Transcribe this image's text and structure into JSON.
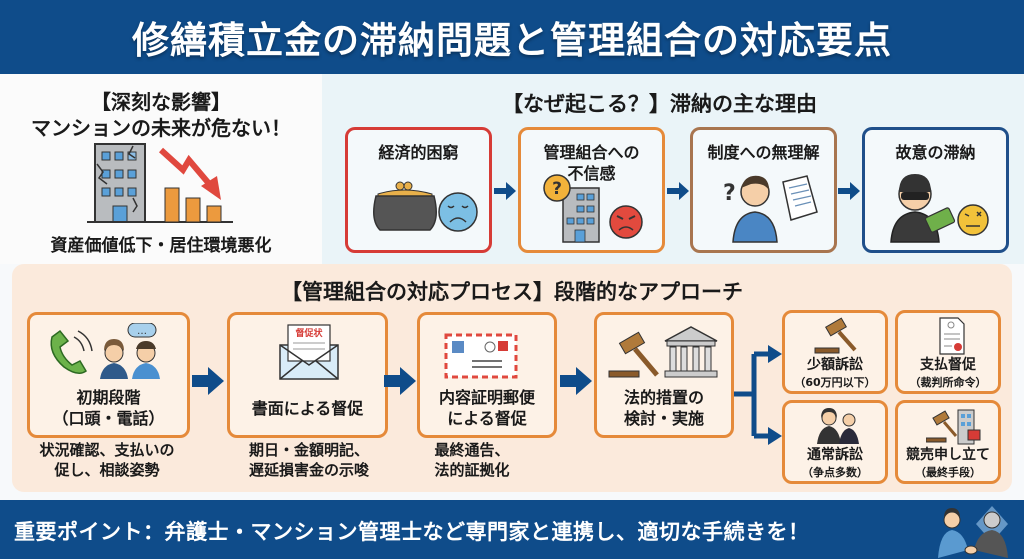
{
  "header": {
    "title": "修繕積立金の滞納問題と管理組合の対応要点"
  },
  "impact": {
    "title_line1": "【深刻な影響】",
    "title_line2": "マンションの未来が危ない！",
    "caption": "資産価値低下・居住環境悪化",
    "icons": [
      "cracked-building-icon",
      "declining-chart-icon"
    ]
  },
  "reasons": {
    "title": "【なぜ起こる？】滞納の主な理由",
    "items": [
      {
        "label": "経済的困窮",
        "color": "#d63b36",
        "icons": [
          "coin-purse-icon",
          "sad-face-icon"
        ]
      },
      {
        "label": "管理組合への\n不信感",
        "label_line1": "管理組合への",
        "label_line2": "不信感",
        "color": "#e58a3a",
        "icons": [
          "question-bubble-icon",
          "building-icon",
          "angry-face-icon"
        ]
      },
      {
        "label": "制度への無理解",
        "color": "#a8754f",
        "icons": [
          "confused-person-icon",
          "document-icon"
        ]
      },
      {
        "label": "故意の滞納",
        "color": "#1f4f8a",
        "icons": [
          "thief-icon",
          "money-icon",
          "annoyed-face-icon"
        ]
      }
    ]
  },
  "process": {
    "title": "【管理組合の対応プロセス】段階的なアプローチ",
    "steps": [
      {
        "label_line1": "初期段階",
        "label_line2": "（口頭・電話）",
        "note_line1": "状況確認、支払いの",
        "note_line2": "促し、相談姿勢",
        "icons": [
          "phone-icon",
          "people-chat-icon"
        ]
      },
      {
        "label_line1": "書面による督促",
        "note_line1": "期日・金額明記、",
        "note_line2": "遅延損害金の示唆",
        "icons": [
          "envelope-letter-icon"
        ],
        "letter_text": "督促状"
      },
      {
        "label_line1": "内容証明郵便",
        "label_line2": "による督促",
        "note_line1": "最終通告、",
        "note_line2": "法的証拠化",
        "icons": [
          "airmail-envelope-icon"
        ]
      },
      {
        "label_line1": "法的措置の",
        "label_line2": "検討・実施",
        "icons": [
          "gavel-icon",
          "courthouse-icon"
        ]
      }
    ],
    "legal_options": [
      {
        "label": "少額訴訟",
        "sub": "（60万円以下）",
        "icon": "gavel-icon"
      },
      {
        "label": "支払督促",
        "sub": "（裁判所命令）",
        "icon": "court-document-icon"
      },
      {
        "label": "通常訴訟",
        "sub": "（争点多数）",
        "icon": "lawyers-icon"
      },
      {
        "label": "競売申し立て",
        "sub": "（最終手段）",
        "icon": "gavel-building-icon"
      }
    ]
  },
  "footer": {
    "text": "重要ポイント：弁護士・マンション管理士など専門家と連携し、適切な手続きを！",
    "icon": "handshake-experts-icon"
  },
  "colors": {
    "navy": "#0f4c8a",
    "orange": "#e58a3a",
    "red": "#d63b36",
    "brown": "#a8754f",
    "reasons_bg": "#eaf4f8",
    "process_bg": "#fbeadc"
  }
}
